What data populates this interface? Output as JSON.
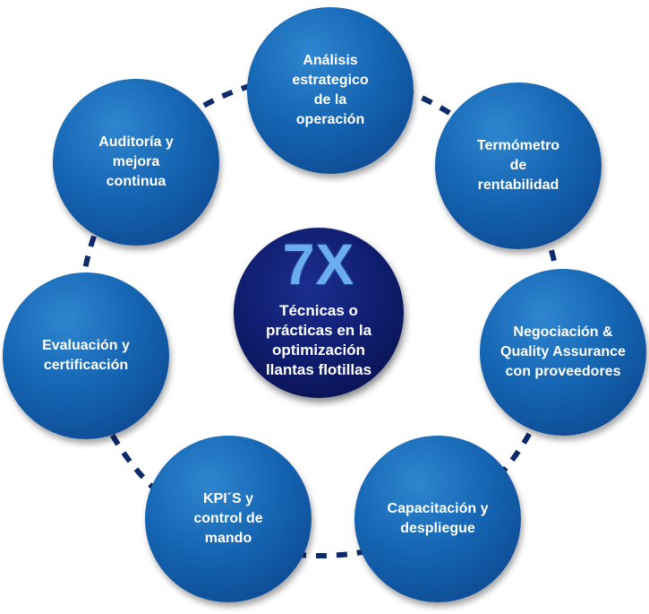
{
  "center": {
    "number": "7X",
    "text": "Técnicas o\nprácticas en la\noptimización\nllantas flotillas"
  },
  "nodes": [
    {
      "label": "Análisis\nestrategico\nde la\noperación"
    },
    {
      "label": "Termómetro\nde\nrentabilidad"
    },
    {
      "label": "Negociación &\nQuality Assurance\ncon proveedores"
    },
    {
      "label": "Capacitación y\ndespliegue"
    },
    {
      "label": "KPI´S y\ncontrol de\nmando"
    },
    {
      "label": "Evaluación y\ncertificación"
    },
    {
      "label": "Auditoría y\nmejora\ncontinua"
    }
  ],
  "colors": {
    "node_fill": "#1565b2",
    "center_fill": "#0f1d6e",
    "connector": "#0d2a6b",
    "center_number": "#6aaef0"
  }
}
